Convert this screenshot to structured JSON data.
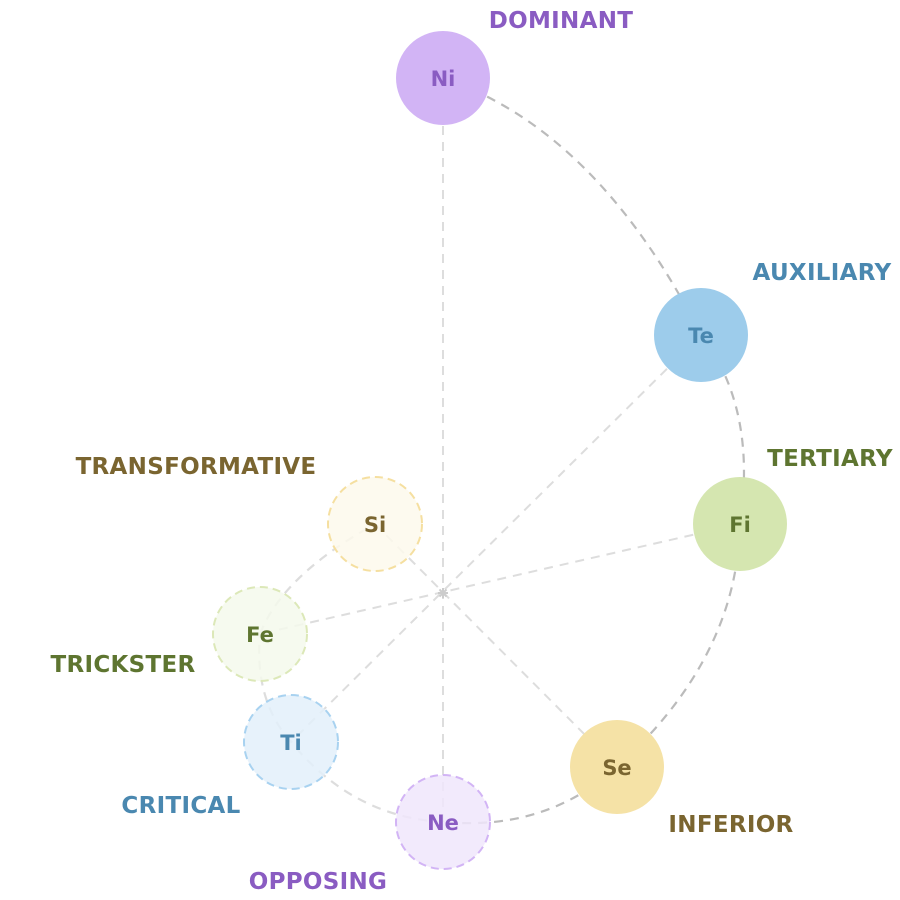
{
  "diagram": {
    "title": "Cognitive function stack (Ni-dominant)",
    "functions": [
      {
        "id": "Ni",
        "role": "DOMINANT",
        "shadow": false,
        "fill": "#D2B4F5",
        "text_color": "#8A5CC2",
        "stroke": "#D2B4F5"
      },
      {
        "id": "Te",
        "role": "AUXILIARY",
        "shadow": false,
        "fill": "#9DCCEB",
        "text_color": "#4A88B0",
        "stroke": "#9DCCEB"
      },
      {
        "id": "Fi",
        "role": "TERTIARY",
        "shadow": false,
        "fill": "#D5E6B0",
        "text_color": "#5E7530",
        "stroke": "#D5E6B0"
      },
      {
        "id": "Se",
        "role": "INFERIOR",
        "shadow": false,
        "fill": "#F5E2A6",
        "text_color": "#7A6530",
        "stroke": "#F5E2A6"
      },
      {
        "id": "Ne",
        "role": "OPPOSING",
        "shadow": true,
        "fill": "#F0E6FC",
        "text_color": "#8A5CC2",
        "stroke": "#D2B4F5"
      },
      {
        "id": "Ti",
        "role": "CRITICAL",
        "shadow": true,
        "fill": "#E3F0FA",
        "text_color": "#4A88B0",
        "stroke": "#A8D2F0"
      },
      {
        "id": "Fe",
        "role": "TRICKSTER",
        "shadow": true,
        "fill": "#F5F9EC",
        "text_color": "#5E7530",
        "stroke": "#DCE8B8"
      },
      {
        "id": "Si",
        "role": "TRANSFORMATIVE",
        "shadow": true,
        "fill": "#FDF9EC",
        "text_color": "#7A6530",
        "stroke": "#F5DFA0"
      }
    ],
    "axes": [
      [
        "Ni",
        "Ne"
      ],
      [
        "Te",
        "Ti"
      ],
      [
        "Fi",
        "Fe"
      ],
      [
        "Si",
        "Se"
      ]
    ],
    "sequence": [
      "Ni",
      "Te",
      "Fi",
      "Se",
      "Ne",
      "Ti",
      "Fe",
      "Si"
    ],
    "colors": {
      "primary_link": "#BBBBBB",
      "shadow_link": "#DDDDDD",
      "axis_line": "#DDDDDD",
      "center_mark": "#CCCCCC"
    }
  }
}
